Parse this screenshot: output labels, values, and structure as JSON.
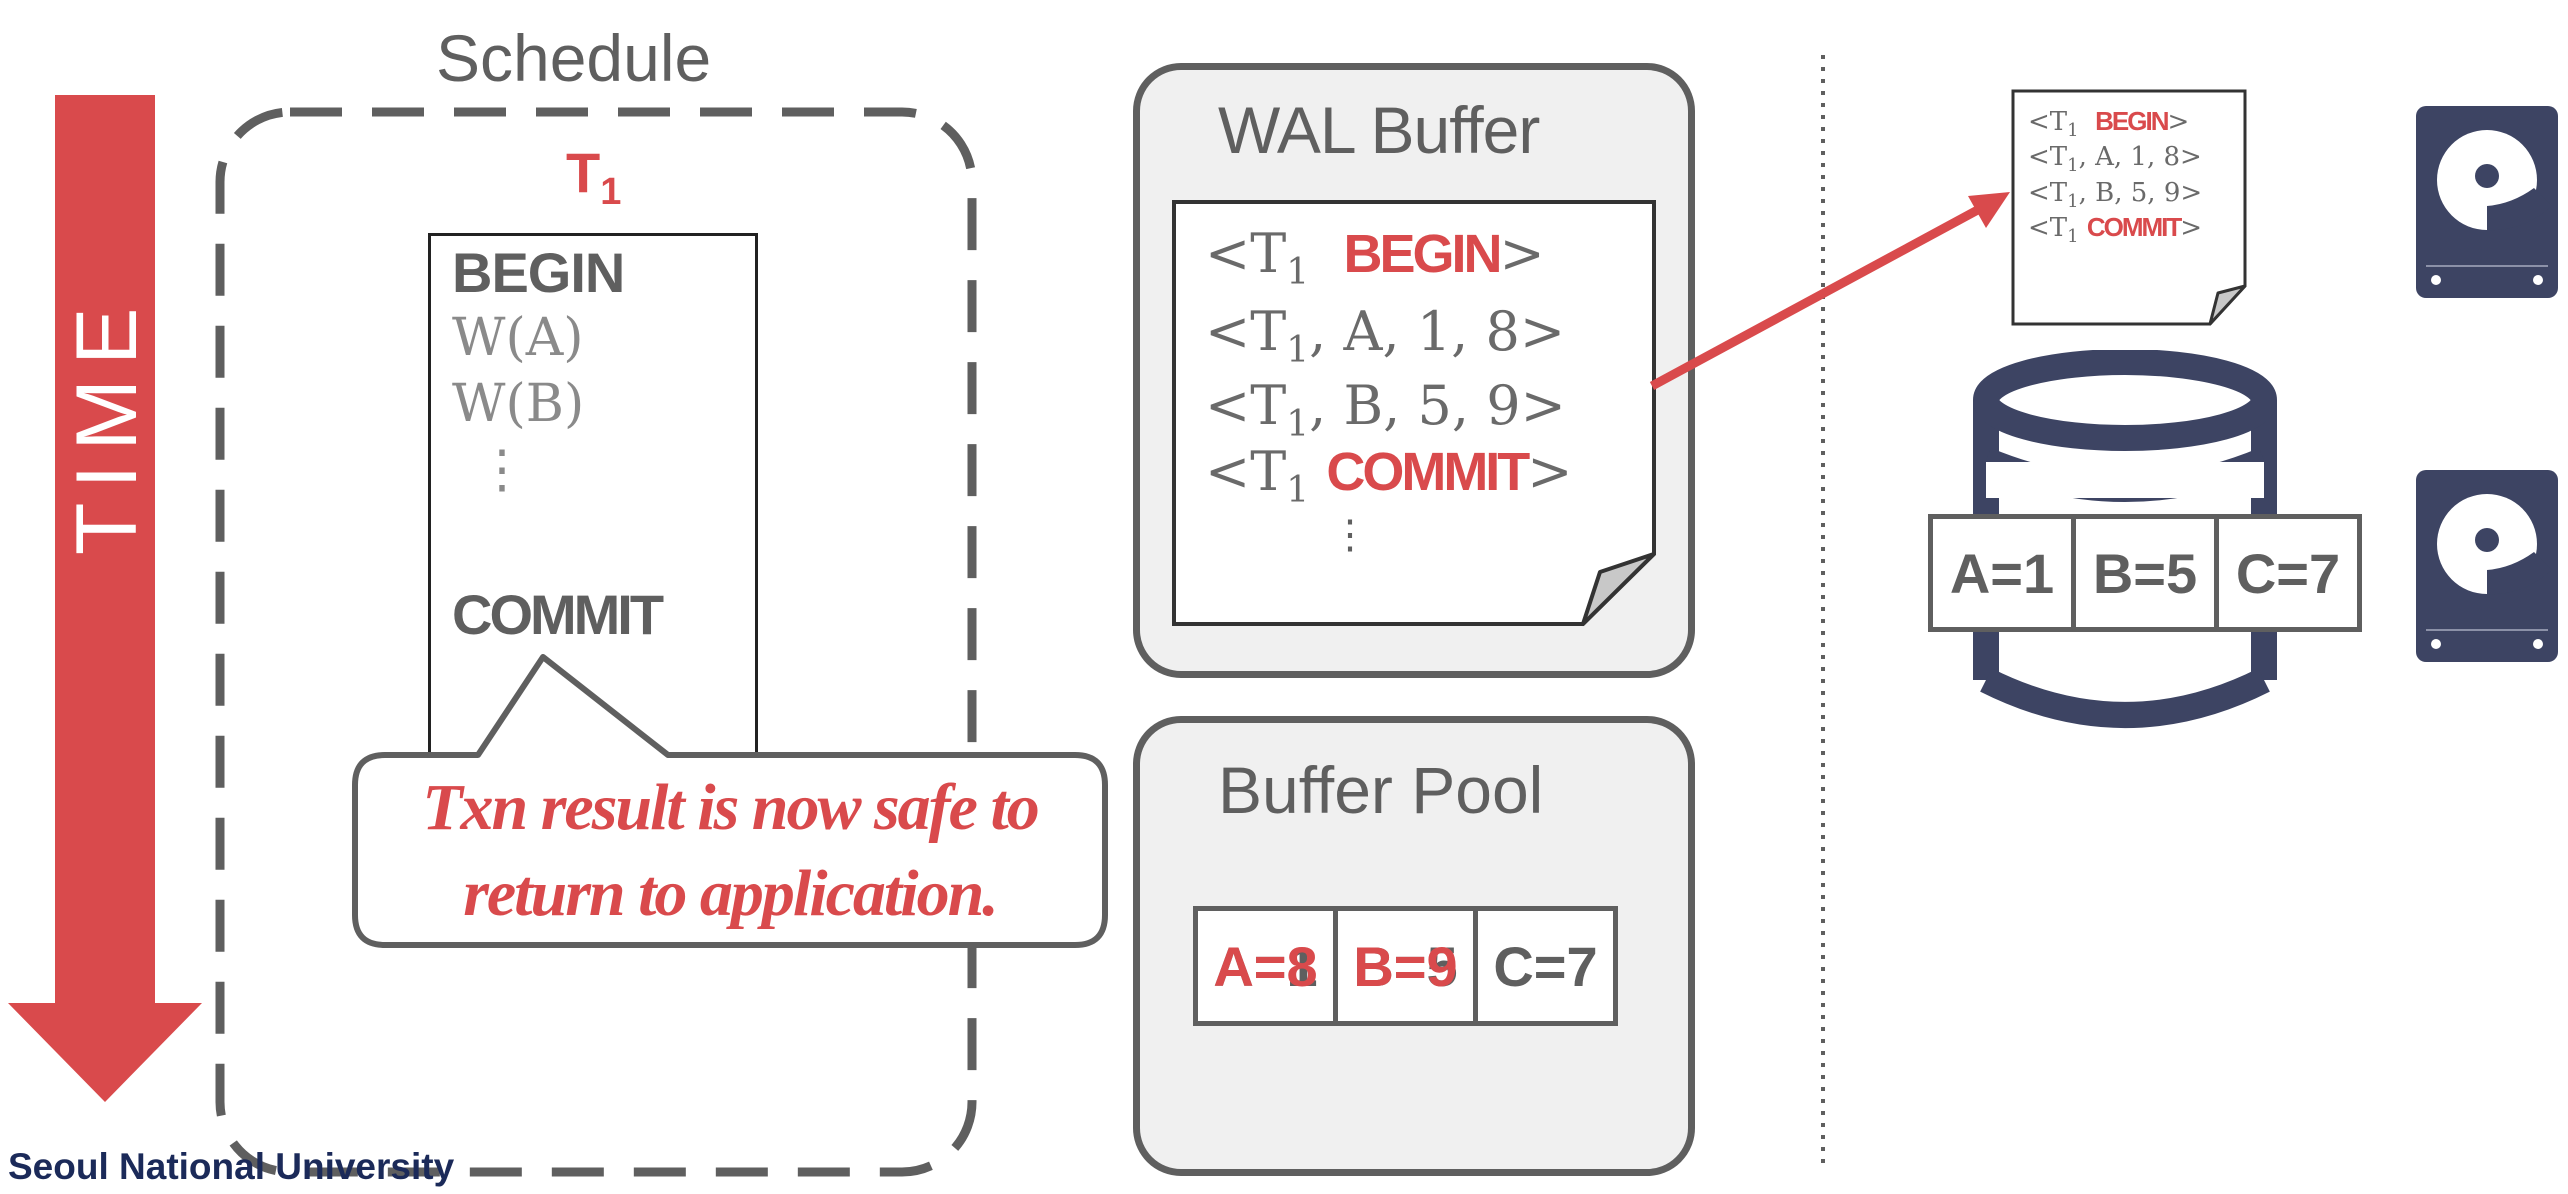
{
  "time_axis": {
    "label": "TIME"
  },
  "schedule": {
    "title": "Schedule",
    "txn": "T",
    "txn_sub": "1",
    "ops": [
      "BEGIN",
      "W(A)",
      "W(B)",
      "⋮",
      "COMMIT"
    ]
  },
  "callout": {
    "line1": "Txn result is now safe to",
    "line2": "return to application."
  },
  "wal_buffer": {
    "title": "WAL Buffer",
    "records": [
      {
        "open": "<T",
        "sub": "1",
        "rest": "",
        "keyword": "BEGIN",
        "close": ">"
      },
      {
        "open": "<T",
        "sub": "1",
        "rest": ",  A,  1,  8",
        "keyword": "",
        "close": ">"
      },
      {
        "open": "<T",
        "sub": "1",
        "rest": ",  B,  5,  9",
        "keyword": "",
        "close": ">"
      },
      {
        "open": "<T",
        "sub": "1",
        "rest": "",
        "keyword": "COMMIT",
        "close": ">"
      }
    ],
    "more": "⋮"
  },
  "buffer_pool": {
    "title": "Buffer Pool",
    "pages": [
      {
        "old": "A=1",
        "new": "A=8"
      },
      {
        "old": "B=5",
        "new": "B=9"
      },
      {
        "old": "C=7",
        "new": ""
      }
    ]
  },
  "disk": {
    "log_records": [
      {
        "open": "<T",
        "sub": "1",
        "rest": "",
        "keyword": "BEGIN",
        "close": ">"
      },
      {
        "open": "<T",
        "sub": "1",
        "rest": ",  A,  1,  8",
        "keyword": "",
        "close": ">"
      },
      {
        "open": "<T",
        "sub": "1",
        "rest": ",  B,  5,  9",
        "keyword": "",
        "close": ">"
      },
      {
        "open": "<T",
        "sub": "1",
        "rest": "",
        "keyword": "COMMIT",
        "close": ">"
      }
    ],
    "db_values": [
      "A=1",
      "B=5",
      "C=7"
    ]
  },
  "footer": {
    "institution": "Seoul National University"
  },
  "colors": {
    "accent_red": "#d94a4c",
    "gray": "#5f5f5f",
    "navy": "#3d4463",
    "panel_bg": "#f0f0f0"
  }
}
